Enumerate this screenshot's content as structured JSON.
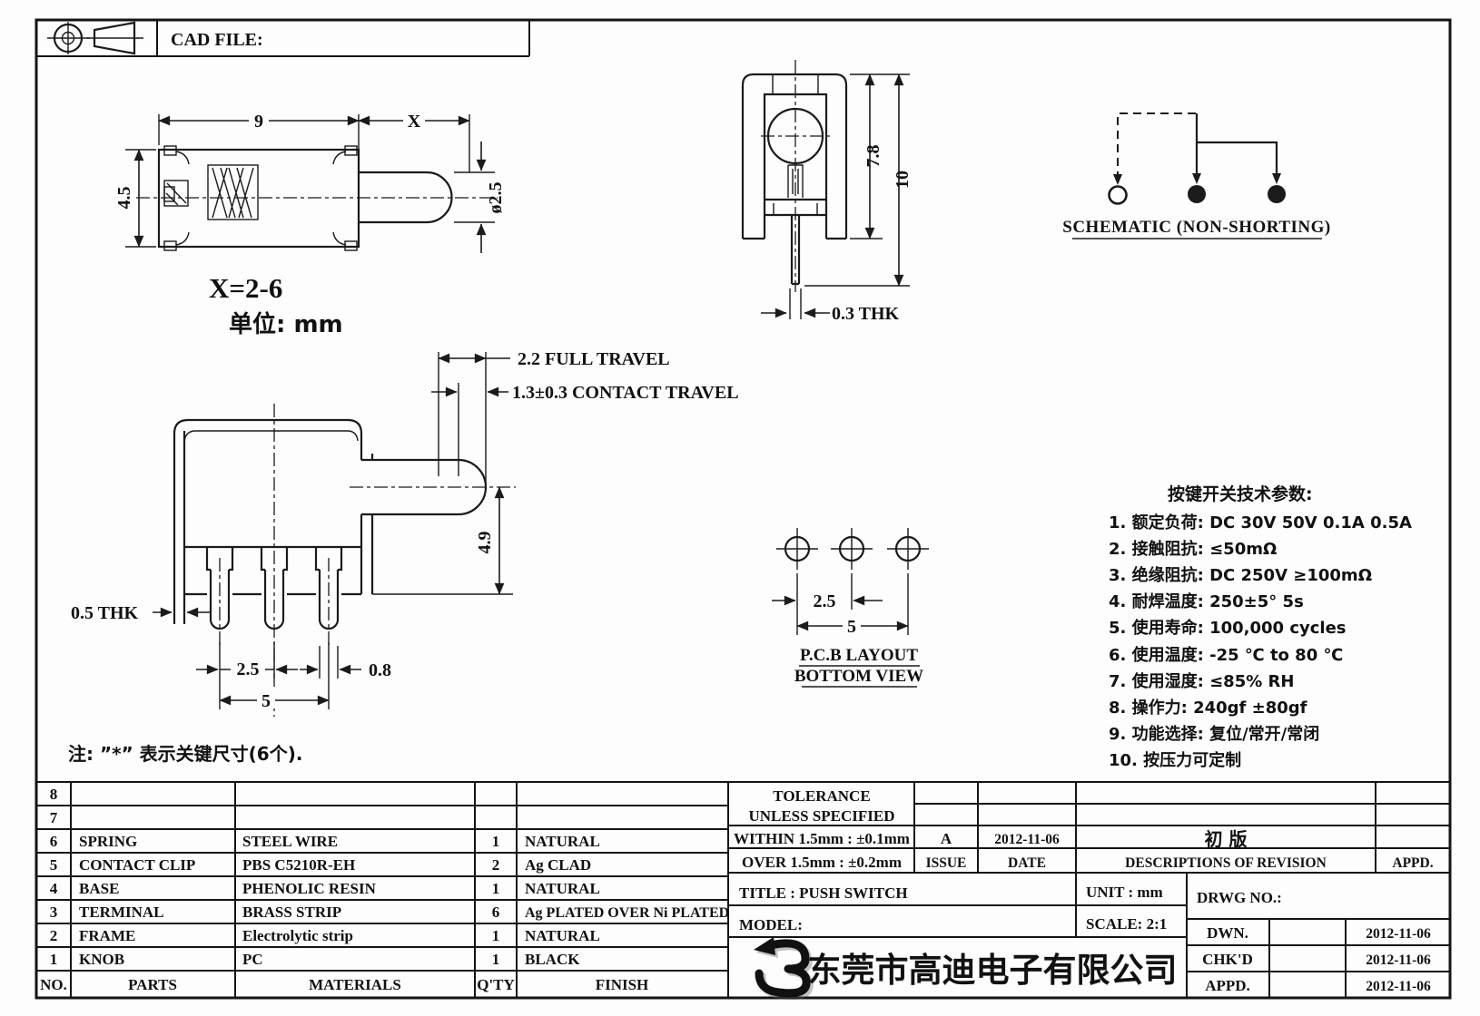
{
  "header": {
    "cad_file_label": "CAD FILE:"
  },
  "views": {
    "top_view": {
      "dim_width": "9",
      "dim_var": "X",
      "dim_height": "4.5",
      "dim_dia": "ø2.5",
      "formula": "X=2-6",
      "unit_label": "单位: mm"
    },
    "front_view": {
      "dim_inner": "7.8",
      "dim_overall": "10",
      "dim_thk": "0.3 THK"
    },
    "schematic": {
      "caption": "SCHEMATIC (NON-SHORTING)"
    },
    "side_view": {
      "full_travel": "2.2 FULL TRAVEL",
      "contact_travel": "1.3±0.3 CONTACT TRAVEL",
      "dim_height": "4.9",
      "dim_thk": "0.5 THK",
      "dim_pitch": "2.5",
      "dim_span": "5",
      "dim_pin_w": "0.8"
    },
    "pcb": {
      "dim_pitch": "2.5",
      "dim_span": "5",
      "caption1": "P.C.B LAYOUT",
      "caption2": "BOTTOM VIEW"
    }
  },
  "tech_params": {
    "heading": "按键开关技术参数:",
    "items": [
      "1.  额定负荷: DC 30V 50V    0.1A  0.5A",
      "2.  接触阻抗:  ≤50mΩ",
      "3.  绝缘阻抗: DC 250V  ≥100mΩ",
      "4.  耐焊温度: 250±5°   5s",
      "5.  使用寿命: 100,000 cycles",
      "6.  使用温度: -25 ℃  to 80 ℃",
      "7.  使用湿度:  ≤85% RH",
      "8.  操作力: 240gf  ±80gf",
      "9.  功能选择: 复位/常开/常闭",
      "10. 按压力可定制"
    ]
  },
  "note": "注: ”*” 表示关键尺寸(6个).",
  "parts_table": {
    "headers": {
      "no": "NO.",
      "parts": "PARTS",
      "materials": "MATERIALS",
      "qty": "Q'TY",
      "finish": "FINISH"
    },
    "rows": [
      {
        "no": "8",
        "parts": "",
        "materials": "",
        "qty": "",
        "finish": ""
      },
      {
        "no": "7",
        "parts": "",
        "materials": "",
        "qty": "",
        "finish": ""
      },
      {
        "no": "6",
        "parts": "SPRING",
        "materials": "STEEL WIRE",
        "qty": "1",
        "finish": "NATURAL"
      },
      {
        "no": "5",
        "parts": "CONTACT CLIP",
        "materials": "PBS C5210R-EH",
        "qty": "2",
        "finish": "Ag CLAD"
      },
      {
        "no": "4",
        "parts": "BASE",
        "materials": "PHENOLIC RESIN",
        "qty": "1",
        "finish": "NATURAL"
      },
      {
        "no": "3",
        "parts": "TERMINAL",
        "materials": "BRASS STRIP",
        "qty": "6",
        "finish": "Ag PLATED OVER Ni PLATED"
      },
      {
        "no": "2",
        "parts": "FRAME",
        "materials": "Electrolytic strip",
        "qty": "1",
        "finish": "NATURAL"
      },
      {
        "no": "1",
        "parts": "KNOB",
        "materials": "PC",
        "qty": "1",
        "finish": "BLACK"
      }
    ]
  },
  "title_block": {
    "tolerance_line1": "TOLERANCE",
    "tolerance_line2": "UNLESS   SPECIFIED",
    "within": "WITHIN 1.5mm : ±0.1mm",
    "over": "OVER 1.5mm : ±0.2mm",
    "issue_value": "A",
    "issue_label": "ISSUE",
    "date_value": "2012-11-06",
    "date_label": "DATE",
    "revision_value": "初 版",
    "revision_label": "DESCRIPTIONS OF REVISION",
    "appd_label": "APPD.",
    "title": "TITLE :    PUSH SWITCH",
    "unit": "UNIT :   mm",
    "model": "MODEL:",
    "scale": "SCALE:   2:1",
    "drwg_no": "DRWG NO.:",
    "company": "东莞市高迪电子有限公司",
    "sign_rows": [
      {
        "label": "DWN.",
        "date": "2012-11-06"
      },
      {
        "label": "CHK'D",
        "date": "2012-11-06"
      },
      {
        "label": "APPD.",
        "date": "2012-11-06"
      }
    ]
  }
}
